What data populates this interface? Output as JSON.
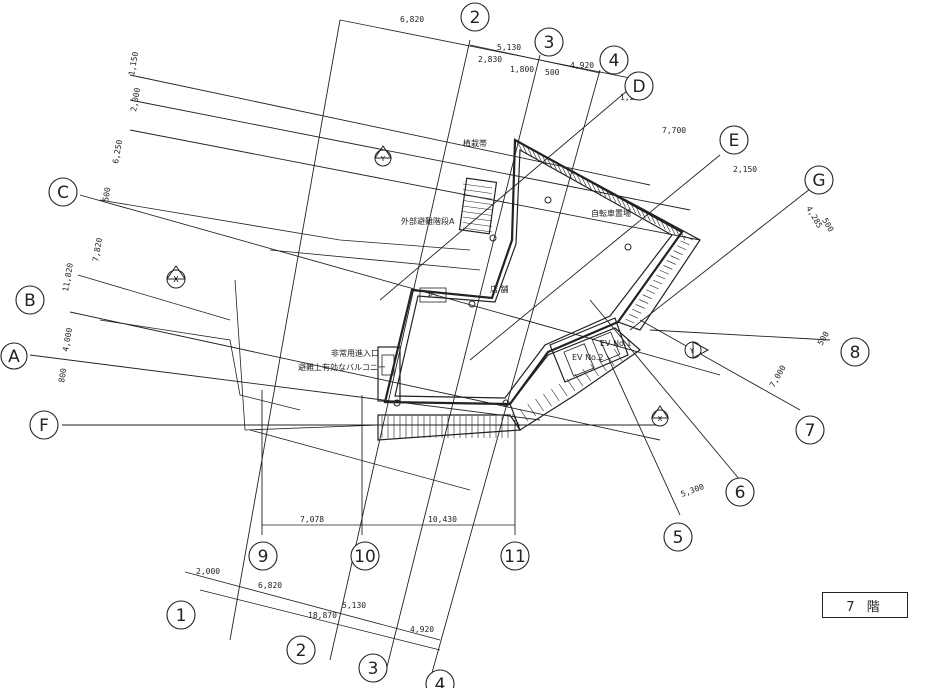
{
  "floor_label": "7 階",
  "grid_bubbles": {
    "top_2": "2",
    "top_3": "3",
    "top_4": "4",
    "top_D": "D",
    "top_E": "E",
    "top_G": "G",
    "left_C": "C",
    "left_B": "B",
    "left_A": "A",
    "left_F": "F",
    "right_8": "8",
    "right_7": "7",
    "right_6": "6",
    "right_5": "5",
    "bot_9": "9",
    "bot_10": "10",
    "bot_11": "11",
    "bot_1": "1",
    "bot_2": "2",
    "bot_3": "3",
    "bot_4": "4"
  },
  "dimensions": {
    "top_6820": "6,820",
    "top_5130": "5,130",
    "top_2830": "2,830",
    "top_1800": "1,800",
    "top_500": "500",
    "top_4920": "4,920",
    "top_1250": "1,250",
    "top_7700": "7,700",
    "top_2150": "2,150",
    "top_4285": "4,285",
    "top_500b": "500",
    "left_1150": "1,150",
    "left_2000": "2,000",
    "left_6250": "6,250",
    "left_500": "500",
    "left_7820": "7,820",
    "left_11820": "11,820",
    "left_4000": "4,000",
    "left_800": "800",
    "right_500": "500",
    "right_7000": "7,000",
    "right_5300": "5,300",
    "bot_7078": "7,078",
    "bot_10430": "10,430",
    "bot_2000": "2,000",
    "bot_6820": "6,820",
    "bot_18870": "18,870",
    "bot_5130": "5,130",
    "bot_4920": "4,920"
  },
  "rooms": {
    "store": "店 舗",
    "outdoor_stair": "外部避難階段A",
    "bicycle": "自転車置場",
    "planting": "植栽帯",
    "emergency_entry": "非常用進入口",
    "balcony": "避難上有効なバルコニー",
    "ev1": "EV No.1",
    "ev2": "EV No.2",
    "ps": "PS",
    "section_x": "X",
    "section_y": "Y"
  }
}
